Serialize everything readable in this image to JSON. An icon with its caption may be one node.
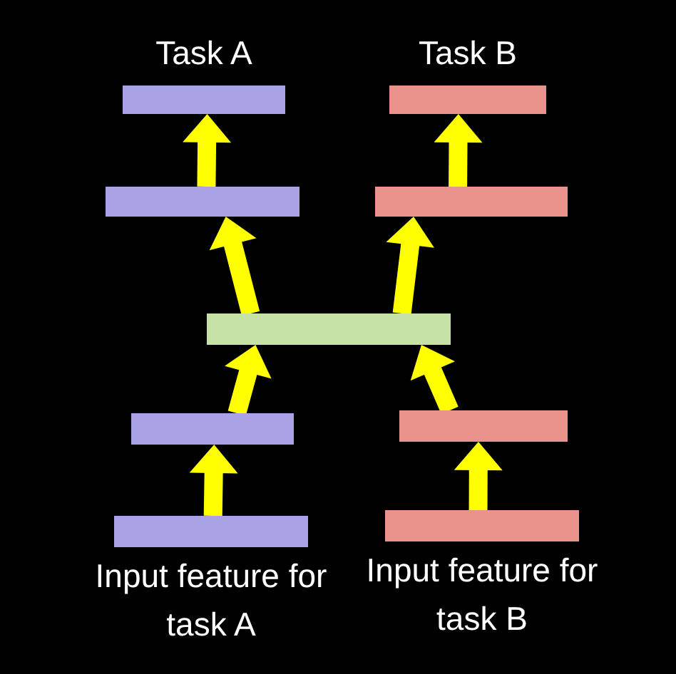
{
  "diagram": {
    "nodes": [
      {
        "text": [
          "Task A"
        ]
      },
      {
        "text": [
          "Task B"
        ]
      },
      {
        "text": [],
        "shape": "bar"
      },
      {
        "text": [],
        "shape": "bar"
      },
      {
        "text": [],
        "shape": "bar"
      },
      {
        "text": [],
        "shape": "bar"
      },
      {
        "text": [],
        "shape": "bar"
      },
      {
        "text": [
          "Input feature for task A"
        ]
      },
      {
        "text": [
          "Input feature for task B"
        ]
      }
    ],
    "edges": [
      {
        "from": 7,
        "to": 5,
        "arrow": "to"
      },
      {
        "from": 5,
        "to": 4,
        "arrow": "to"
      },
      {
        "from": 4,
        "to": 2,
        "arrow": "to"
      },
      {
        "from": 2,
        "to": 0,
        "arrow": "to"
      },
      {
        "from": 8,
        "to": 6,
        "arrow": "to"
      },
      {
        "from": 6,
        "to": 4,
        "arrow": "to"
      },
      {
        "from": 4,
        "to": 3,
        "arrow": "to"
      },
      {
        "from": 3,
        "to": 1,
        "arrow": "to"
      }
    ]
  }
}
